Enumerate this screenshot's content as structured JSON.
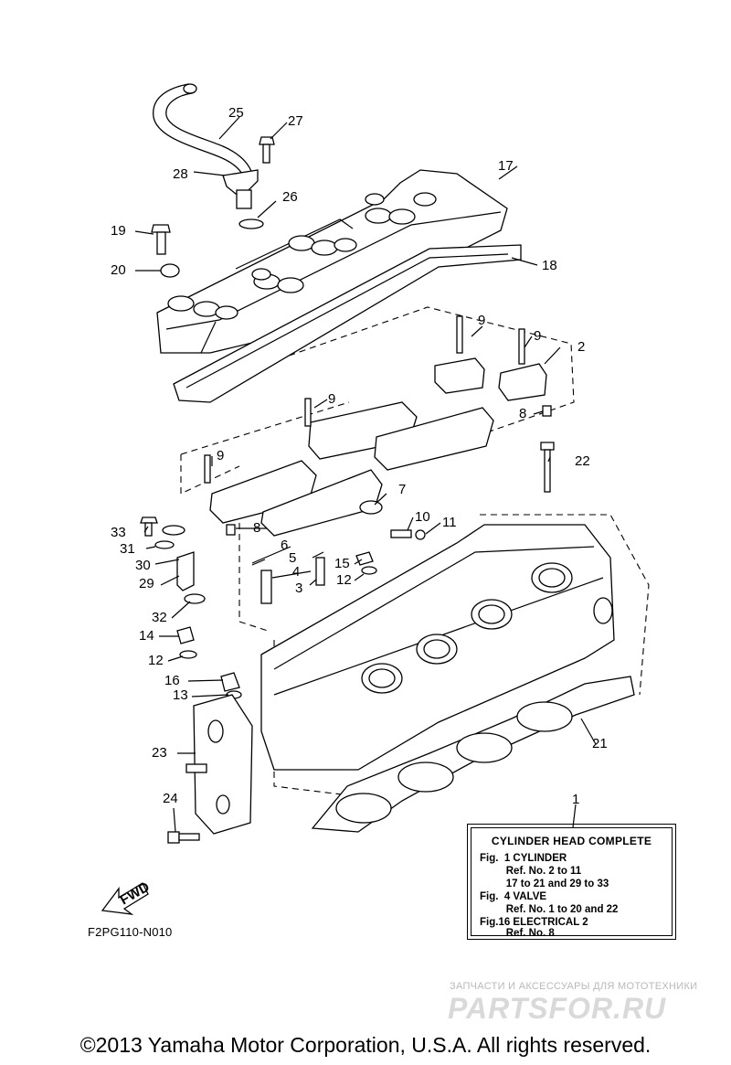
{
  "callouts": [
    {
      "id": "c1",
      "label": "1"
    },
    {
      "id": "c2",
      "label": "2"
    },
    {
      "id": "c3",
      "label": "3"
    },
    {
      "id": "c4",
      "label": "4"
    },
    {
      "id": "c5",
      "label": "5"
    },
    {
      "id": "c6",
      "label": "6"
    },
    {
      "id": "c7",
      "label": "7"
    },
    {
      "id": "c8a",
      "label": "8"
    },
    {
      "id": "c8b",
      "label": "8"
    },
    {
      "id": "c9a",
      "label": "9"
    },
    {
      "id": "c9b",
      "label": "9"
    },
    {
      "id": "c9c",
      "label": "9"
    },
    {
      "id": "c9d",
      "label": "9"
    },
    {
      "id": "c10",
      "label": "10"
    },
    {
      "id": "c11",
      "label": "11"
    },
    {
      "id": "c12a",
      "label": "12"
    },
    {
      "id": "c12b",
      "label": "12"
    },
    {
      "id": "c13",
      "label": "13"
    },
    {
      "id": "c14",
      "label": "14"
    },
    {
      "id": "c15",
      "label": "15"
    },
    {
      "id": "c16",
      "label": "16"
    },
    {
      "id": "c17",
      "label": "17"
    },
    {
      "id": "c18",
      "label": "18"
    },
    {
      "id": "c19",
      "label": "19"
    },
    {
      "id": "c20",
      "label": "20"
    },
    {
      "id": "c21",
      "label": "21"
    },
    {
      "id": "c22",
      "label": "22"
    },
    {
      "id": "c23",
      "label": "23"
    },
    {
      "id": "c24",
      "label": "24"
    },
    {
      "id": "c25",
      "label": "25"
    },
    {
      "id": "c26",
      "label": "26"
    },
    {
      "id": "c27",
      "label": "27"
    },
    {
      "id": "c28",
      "label": "28"
    },
    {
      "id": "c29",
      "label": "29"
    },
    {
      "id": "c30",
      "label": "30"
    },
    {
      "id": "c31",
      "label": "31"
    },
    {
      "id": "c32",
      "label": "32"
    },
    {
      "id": "c33",
      "label": "33"
    }
  ],
  "reference_box": {
    "title": "CYLINDER HEAD COMPLETE",
    "lines": [
      "Fig.  1 CYLINDER",
      "         Ref. No. 2 to 11",
      "         17 to 21 and 29 to 33",
      "Fig.  4 VALVE",
      "         Ref. No. 1 to 20 and 22",
      "Fig.16 ELECTRICAL 2",
      "         Ref. No. 8"
    ]
  },
  "fwd_label": "FWD",
  "figure_code": "F2PG110-N010",
  "watermark": {
    "tagline": "ЗАПЧАСТИ И АКСЕССУАРЫ ДЛЯ МОТОТЕХНИКИ",
    "logo_text": "PARTSFOR.RU",
    "color": "#d9d9d9"
  },
  "copyright": "©2013 Yamaha Motor Corporation, U.S.A. All rights reserved."
}
